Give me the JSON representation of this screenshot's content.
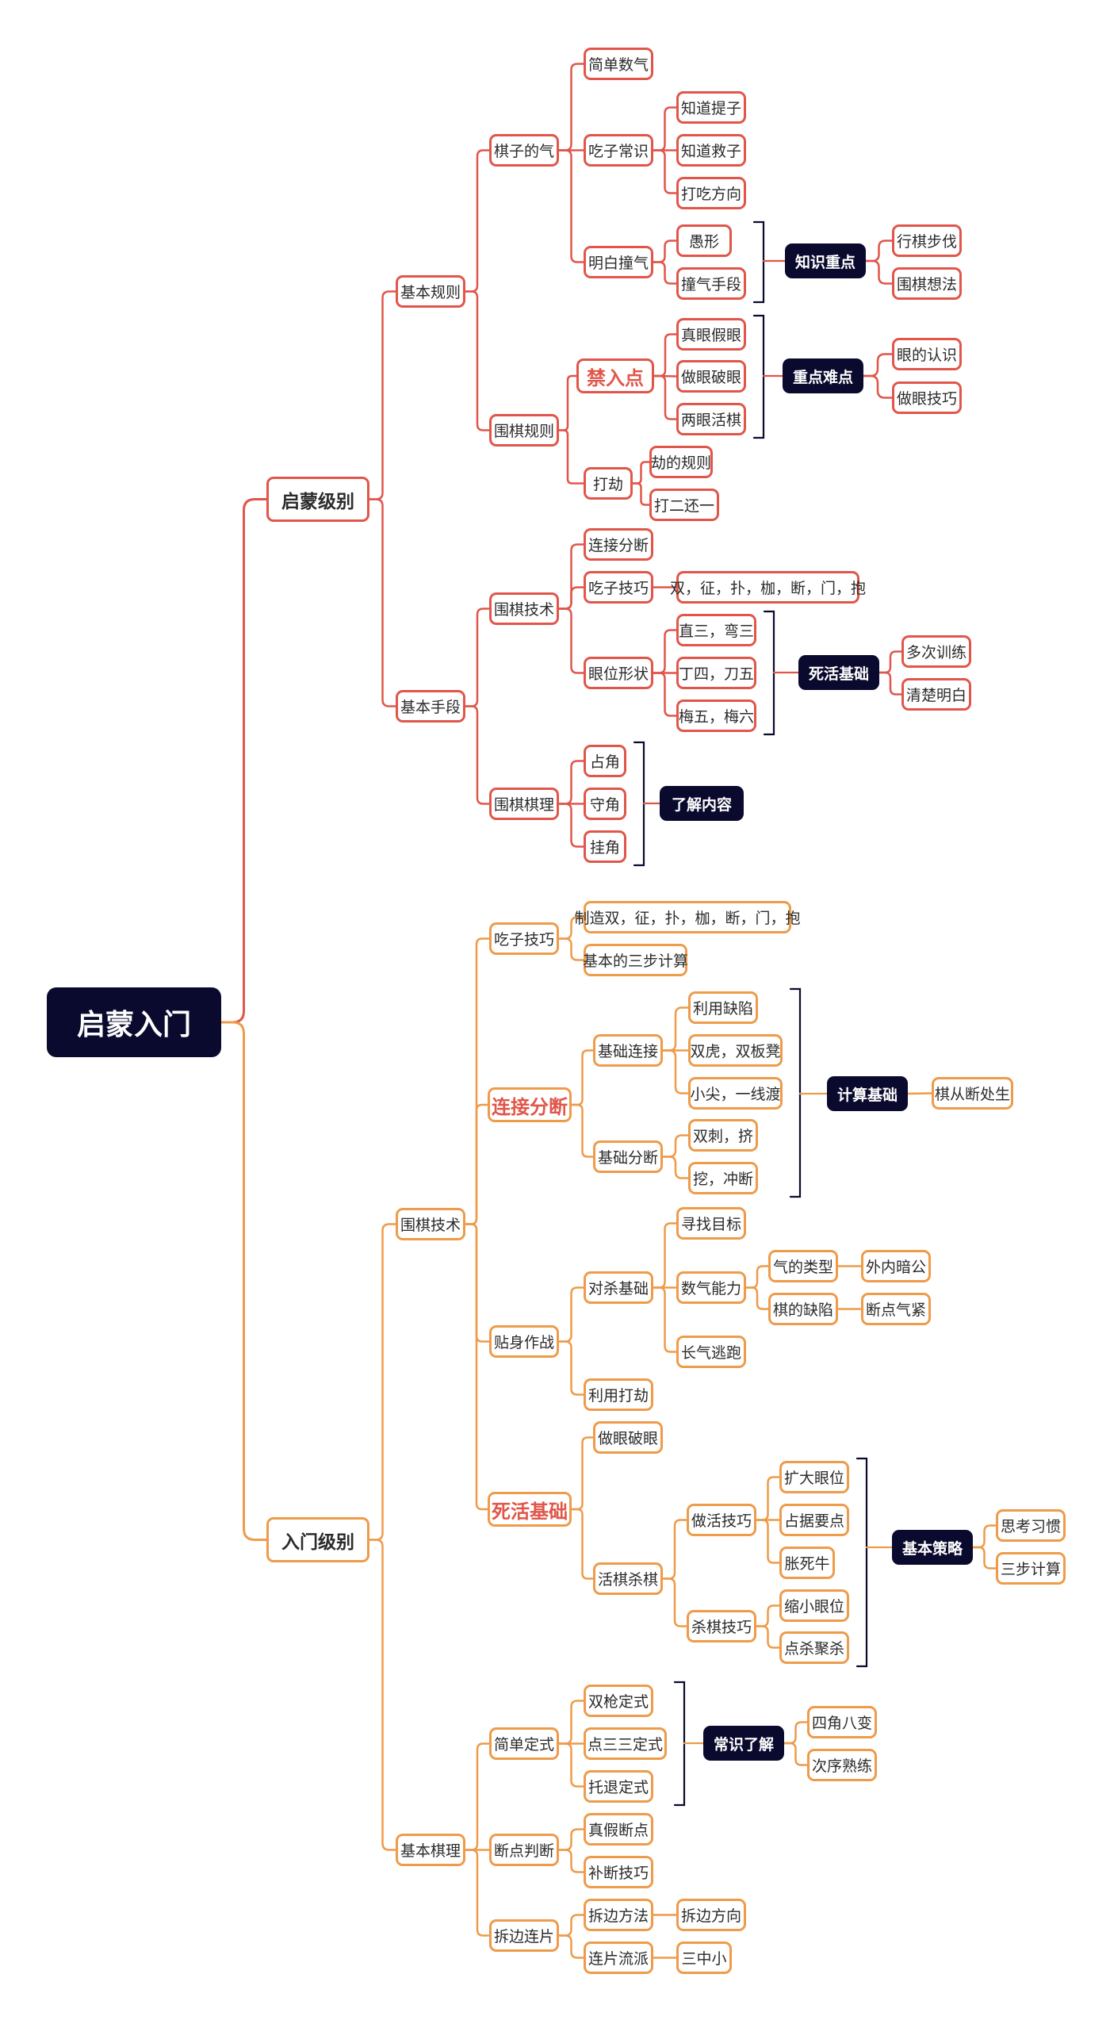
{
  "colors": {
    "red": "#e0564a",
    "orange": "#ee9b4a",
    "dark": "#0a0a2e"
  },
  "root": "启蒙入门",
  "level_1": "启蒙级别",
  "level_1_branches": {
    "basic_rules": "基本规则",
    "liberties": "棋子的气",
    "simple_count": "简单数气",
    "capture_knowledge": "吃子常识",
    "know_atari": "知道提子",
    "know_rescue": "知道救子",
    "atari_direction": "打吃方向",
    "understand_self_atari": "明白撞气",
    "bad_shape": "愚形",
    "self_atari_moves": "撞气手段",
    "key_knowledge": "知识重点",
    "move_steps": "行棋步伐",
    "go_thinking": "围棋想法",
    "go_rules": "围棋规则",
    "forbidden_point": "禁入点",
    "real_false_eye": "真眼假眼",
    "make_destroy_eye": "做眼破眼",
    "two_eyes_alive": "两眼活棋",
    "key_difficulty": "重点难点",
    "eye_recognition": "眼的认识",
    "eye_making_skill": "做眼技巧",
    "ko": "打劫",
    "ko_rule": "劫的规则",
    "snapback": "打二还一",
    "basic_means": "基本手段",
    "go_technique": "围棋技术",
    "connect_cut": "连接分断",
    "capture_skill": "吃子技巧",
    "capture_list": "双，征，扑，枷，断，门，抱",
    "eye_shapes": "眼位形状",
    "straight_three": "直三，弯三",
    "t_four": "丁四，刀五",
    "plum_five": "梅五，梅六",
    "life_death_basics": "死活基础",
    "practice_more": "多次训练",
    "understand_clearly": "清楚明白",
    "go_principles": "围棋棋理",
    "corner_take": "占角",
    "corner_guard": "守角",
    "corner_approach": "挂角",
    "understand_content": "了解内容"
  },
  "level_2": "入门级别",
  "level_2_branches": {
    "go_technique": "围棋技术",
    "capture_skill": "吃子技巧",
    "make_capture_list": "制造双，征，扑，枷，断，门，抱",
    "three_step_calc": "基本的三步计算",
    "connect_cut": "连接分断",
    "basic_connect": "基础连接",
    "use_flaws": "利用缺陷",
    "double_tiger": "双虎，双板凳",
    "small_knight": "小尖，一线渡",
    "basic_cut": "基础分断",
    "double_poke": "双刺，挤",
    "dig_rush": "挖，冲断",
    "calc_basics": "计算基础",
    "cut_life": "棋从断处生",
    "close_fight": "贴身作战",
    "semeai_basics": "对杀基础",
    "find_target": "寻找目标",
    "count_ability": "数气能力",
    "liberty_types": "气的类型",
    "outer_inner": "外内暗公",
    "shape_flaws": "棋的缺陷",
    "cut_tight": "断点气紧",
    "long_escape": "长气逃跑",
    "use_ko": "利用打劫",
    "life_death_basics": "死活基础",
    "make_destroy_eye": "做眼破眼",
    "live_kill": "活棋杀棋",
    "living_skill": "做活技巧",
    "expand_eye": "扩大眼位",
    "occupy_vital": "占据要点",
    "bulky_five": "胀死牛",
    "killing_skill": "杀棋技巧",
    "reduce_eye": "缩小眼位",
    "point_kill": "点杀聚杀",
    "basic_strategy": "基本策略",
    "thinking_habit": "思考习惯",
    "three_step": "三步计算",
    "basic_principles": "基本棋理",
    "simple_joseki": "简单定式",
    "double_approach": "双枪定式",
    "three_three": "点三三定式",
    "tuotui": "托退定式",
    "common_sense": "常识了解",
    "four_corners": "四角八变",
    "order_practice": "次序熟练",
    "cut_judgment": "断点判断",
    "real_fake_cut": "真假断点",
    "mend_cut": "补断技巧",
    "side_extension": "拆边连片",
    "extend_method": "拆边方法",
    "extend_direction": "拆边方向",
    "link_schools": "连片流派",
    "three_small": "三中小"
  }
}
